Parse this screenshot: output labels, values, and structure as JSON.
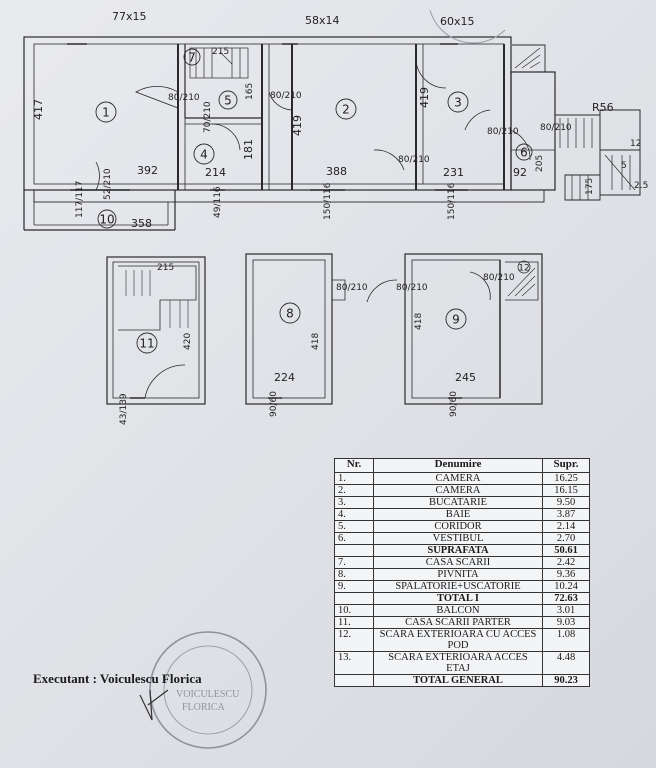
{
  "plan": {
    "top_labels": {
      "left_window": "77x15",
      "mid_window": "58x14",
      "right_window": "60x15",
      "stair_right": "R56"
    },
    "rooms": {
      "r1": {
        "number": "1",
        "width": "392",
        "height": "417"
      },
      "r2": {
        "number": "2",
        "width": "388",
        "height": "419"
      },
      "r3": {
        "number": "3",
        "width": "231",
        "height": "419"
      },
      "r4": {
        "number": "4",
        "width": "214",
        "height": "181"
      },
      "r5": {
        "number": "5",
        "height": "165"
      },
      "r6": {
        "number": "6",
        "width": "92",
        "height": "205"
      },
      "r7": {
        "number": "7",
        "width": "215"
      },
      "r8": {
        "number": "8",
        "width": "224",
        "height": "418"
      },
      "r9": {
        "number": "9",
        "width": "245",
        "height": "418"
      },
      "r10": {
        "number": "10",
        "width": "358"
      },
      "r11": {
        "number": "11",
        "width": "215",
        "height": "420"
      },
      "r12": {
        "number": "12"
      }
    },
    "doors": {
      "d1": "80/210",
      "d2": "80/210",
      "d3": "70/210",
      "d4": "80/210",
      "d5": "80/210",
      "d6": "80/210",
      "d7": "80/210",
      "d8": "80/210",
      "d9": "80/210"
    },
    "windows": {
      "w1": "117/117",
      "w2": "52/210",
      "w3": "49/116",
      "w4": "150/116",
      "w5": "150/116",
      "w6": "43/139",
      "w7": "90/60",
      "w8": "90/60"
    },
    "misc": {
      "a": "12",
      "b": "5",
      "c": "2.5",
      "d": "175"
    }
  },
  "table": {
    "headers": {
      "nr": "Nr.",
      "name": "Denumire",
      "area": "Supr."
    },
    "rows": [
      {
        "nr": "1.",
        "name": "CAMERA",
        "area": "16.25"
      },
      {
        "nr": "2.",
        "name": "CAMERA",
        "area": "16.15"
      },
      {
        "nr": "3.",
        "name": "BUCATARIE",
        "area": "9.50"
      },
      {
        "nr": "4.",
        "name": "BAIE",
        "area": "3.87"
      },
      {
        "nr": "5.",
        "name": "CORIDOR",
        "area": "2.14"
      },
      {
        "nr": "6.",
        "name": "VESTIBUL",
        "area": "2.70"
      },
      {
        "nr": "",
        "name": "SUPRAFATA",
        "area": "50.61"
      },
      {
        "nr": "7.",
        "name": "CASA SCARII",
        "area": "2.42"
      },
      {
        "nr": "8.",
        "name": "PIVNITA",
        "area": "9.36"
      },
      {
        "nr": "9.",
        "name": "SPALATORIE+USCATORIE",
        "area": "10.24"
      },
      {
        "nr": "",
        "name": "TOTAL I",
        "area": "72.63"
      },
      {
        "nr": "10.",
        "name": "BALCON",
        "area": "3.01"
      },
      {
        "nr": "11.",
        "name": "CASA SCARII PARTER",
        "area": "9.03"
      },
      {
        "nr": "12.",
        "name": "SCARA EXTERIOARA CU ACCES POD",
        "area": "1.08"
      },
      {
        "nr": "13.",
        "name": "SCARA EXTERIOARA ACCES ETAJ",
        "area": "4.48"
      },
      {
        "nr": "",
        "name": "TOTAL GENERAL",
        "area": "90.23"
      }
    ]
  },
  "executant": "Executant : Voiculescu Florica",
  "stamp": {
    "line1": "VOICULESCU",
    "line2": "FLORICA"
  }
}
